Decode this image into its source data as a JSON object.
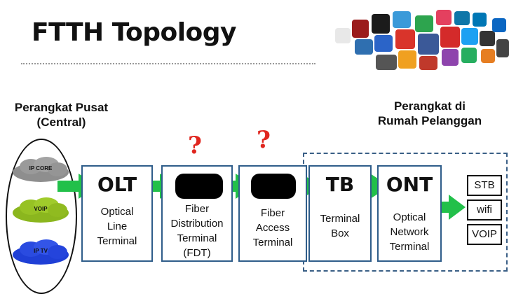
{
  "title": "FTTH Topology",
  "central": {
    "heading_line1": "Perangkat Pusat",
    "heading_line2": "(Central)",
    "clouds": [
      {
        "label": "IP CORE",
        "color": "#8e8e8e"
      },
      {
        "label": "VOIP",
        "color": "#8bb61e"
      },
      {
        "label": "IP TV",
        "color": "#1f3fd6"
      }
    ]
  },
  "customer": {
    "heading_line1": "Perangkat di",
    "heading_line2": "Rumah Pelanggan",
    "devices": [
      "STB",
      "wifi",
      "VOIP"
    ]
  },
  "boxes": [
    {
      "code": "OLT",
      "desc": [
        "Optical",
        "Line",
        "Terminal"
      ],
      "redacted": false,
      "question": false
    },
    {
      "code": "",
      "desc": [
        "Fiber",
        "Distribution",
        "Terminal",
        "(FDT)"
      ],
      "redacted": true,
      "question": true
    },
    {
      "code": "",
      "desc": [
        "Fiber",
        "Access",
        "Terminal"
      ],
      "redacted": true,
      "question": true
    },
    {
      "code": "TB",
      "desc": [
        "Terminal",
        "Box"
      ],
      "redacted": false,
      "question": false
    },
    {
      "code": "ONT",
      "desc": [
        "Optical",
        "Network",
        "Terminal"
      ],
      "redacted": false,
      "question": false
    }
  ],
  "question_mark": "?",
  "colors": {
    "arrow": "#22c04a",
    "box_border": "#2f5d8a",
    "question": "#e0261f"
  },
  "icons": [
    "app-logo-collage-icon"
  ]
}
